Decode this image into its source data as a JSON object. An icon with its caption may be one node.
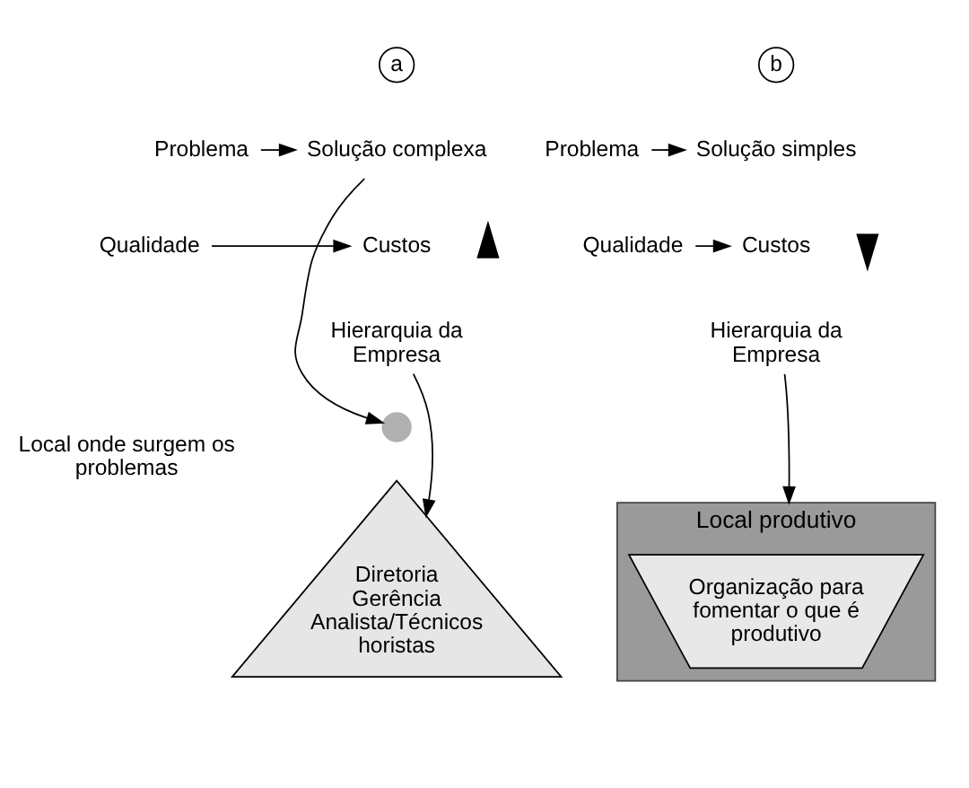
{
  "diagram": {
    "nodes": [
      {
        "text": [
          "a"
        ]
      },
      {
        "text": [
          "Problema"
        ]
      },
      {
        "text": [
          "Solução complexa"
        ]
      },
      {
        "text": [
          "Qualidade"
        ]
      },
      {
        "text": [
          "Custos"
        ]
      },
      {
        "text": [
          "Hierarquia da Empresa"
        ]
      },
      {
        "text": [],
        "shape": "circle"
      },
      {
        "text": [
          "Diretoria",
          "Gerência",
          "Analista/Técnicos horistas"
        ],
        "beside": [
          "Local onde surgem os problemas"
        ]
      },
      {
        "text": [
          "b"
        ]
      },
      {
        "text": [
          "Problema"
        ]
      },
      {
        "text": [
          "Solução simples"
        ]
      },
      {
        "text": [
          "Qualidade"
        ]
      },
      {
        "text": [
          "Custos"
        ]
      },
      {
        "text": [
          "Local produtivo"
        ]
      },
      {
        "text": [
          "Organização para fomentar o que é produtivo"
        ],
        "in": 13
      },
      {
        "text": [
          "Hierarquia da Empresa"
        ]
      }
    ],
    "edges": [
      {
        "from": 1,
        "to": 2,
        "arrow": "to"
      },
      {
        "from": 3,
        "to": 4,
        "arrow": "to"
      },
      {
        "from": 5,
        "to": 7,
        "arrow": "to"
      },
      {
        "from": 2,
        "to": 6,
        "arrow": "to"
      },
      {
        "from": 9,
        "to": 10,
        "arrow": "to"
      },
      {
        "from": 11,
        "to": 12,
        "arrow": "to"
      },
      {
        "from": 15,
        "to": 13,
        "arrow": "to"
      }
    ]
  }
}
